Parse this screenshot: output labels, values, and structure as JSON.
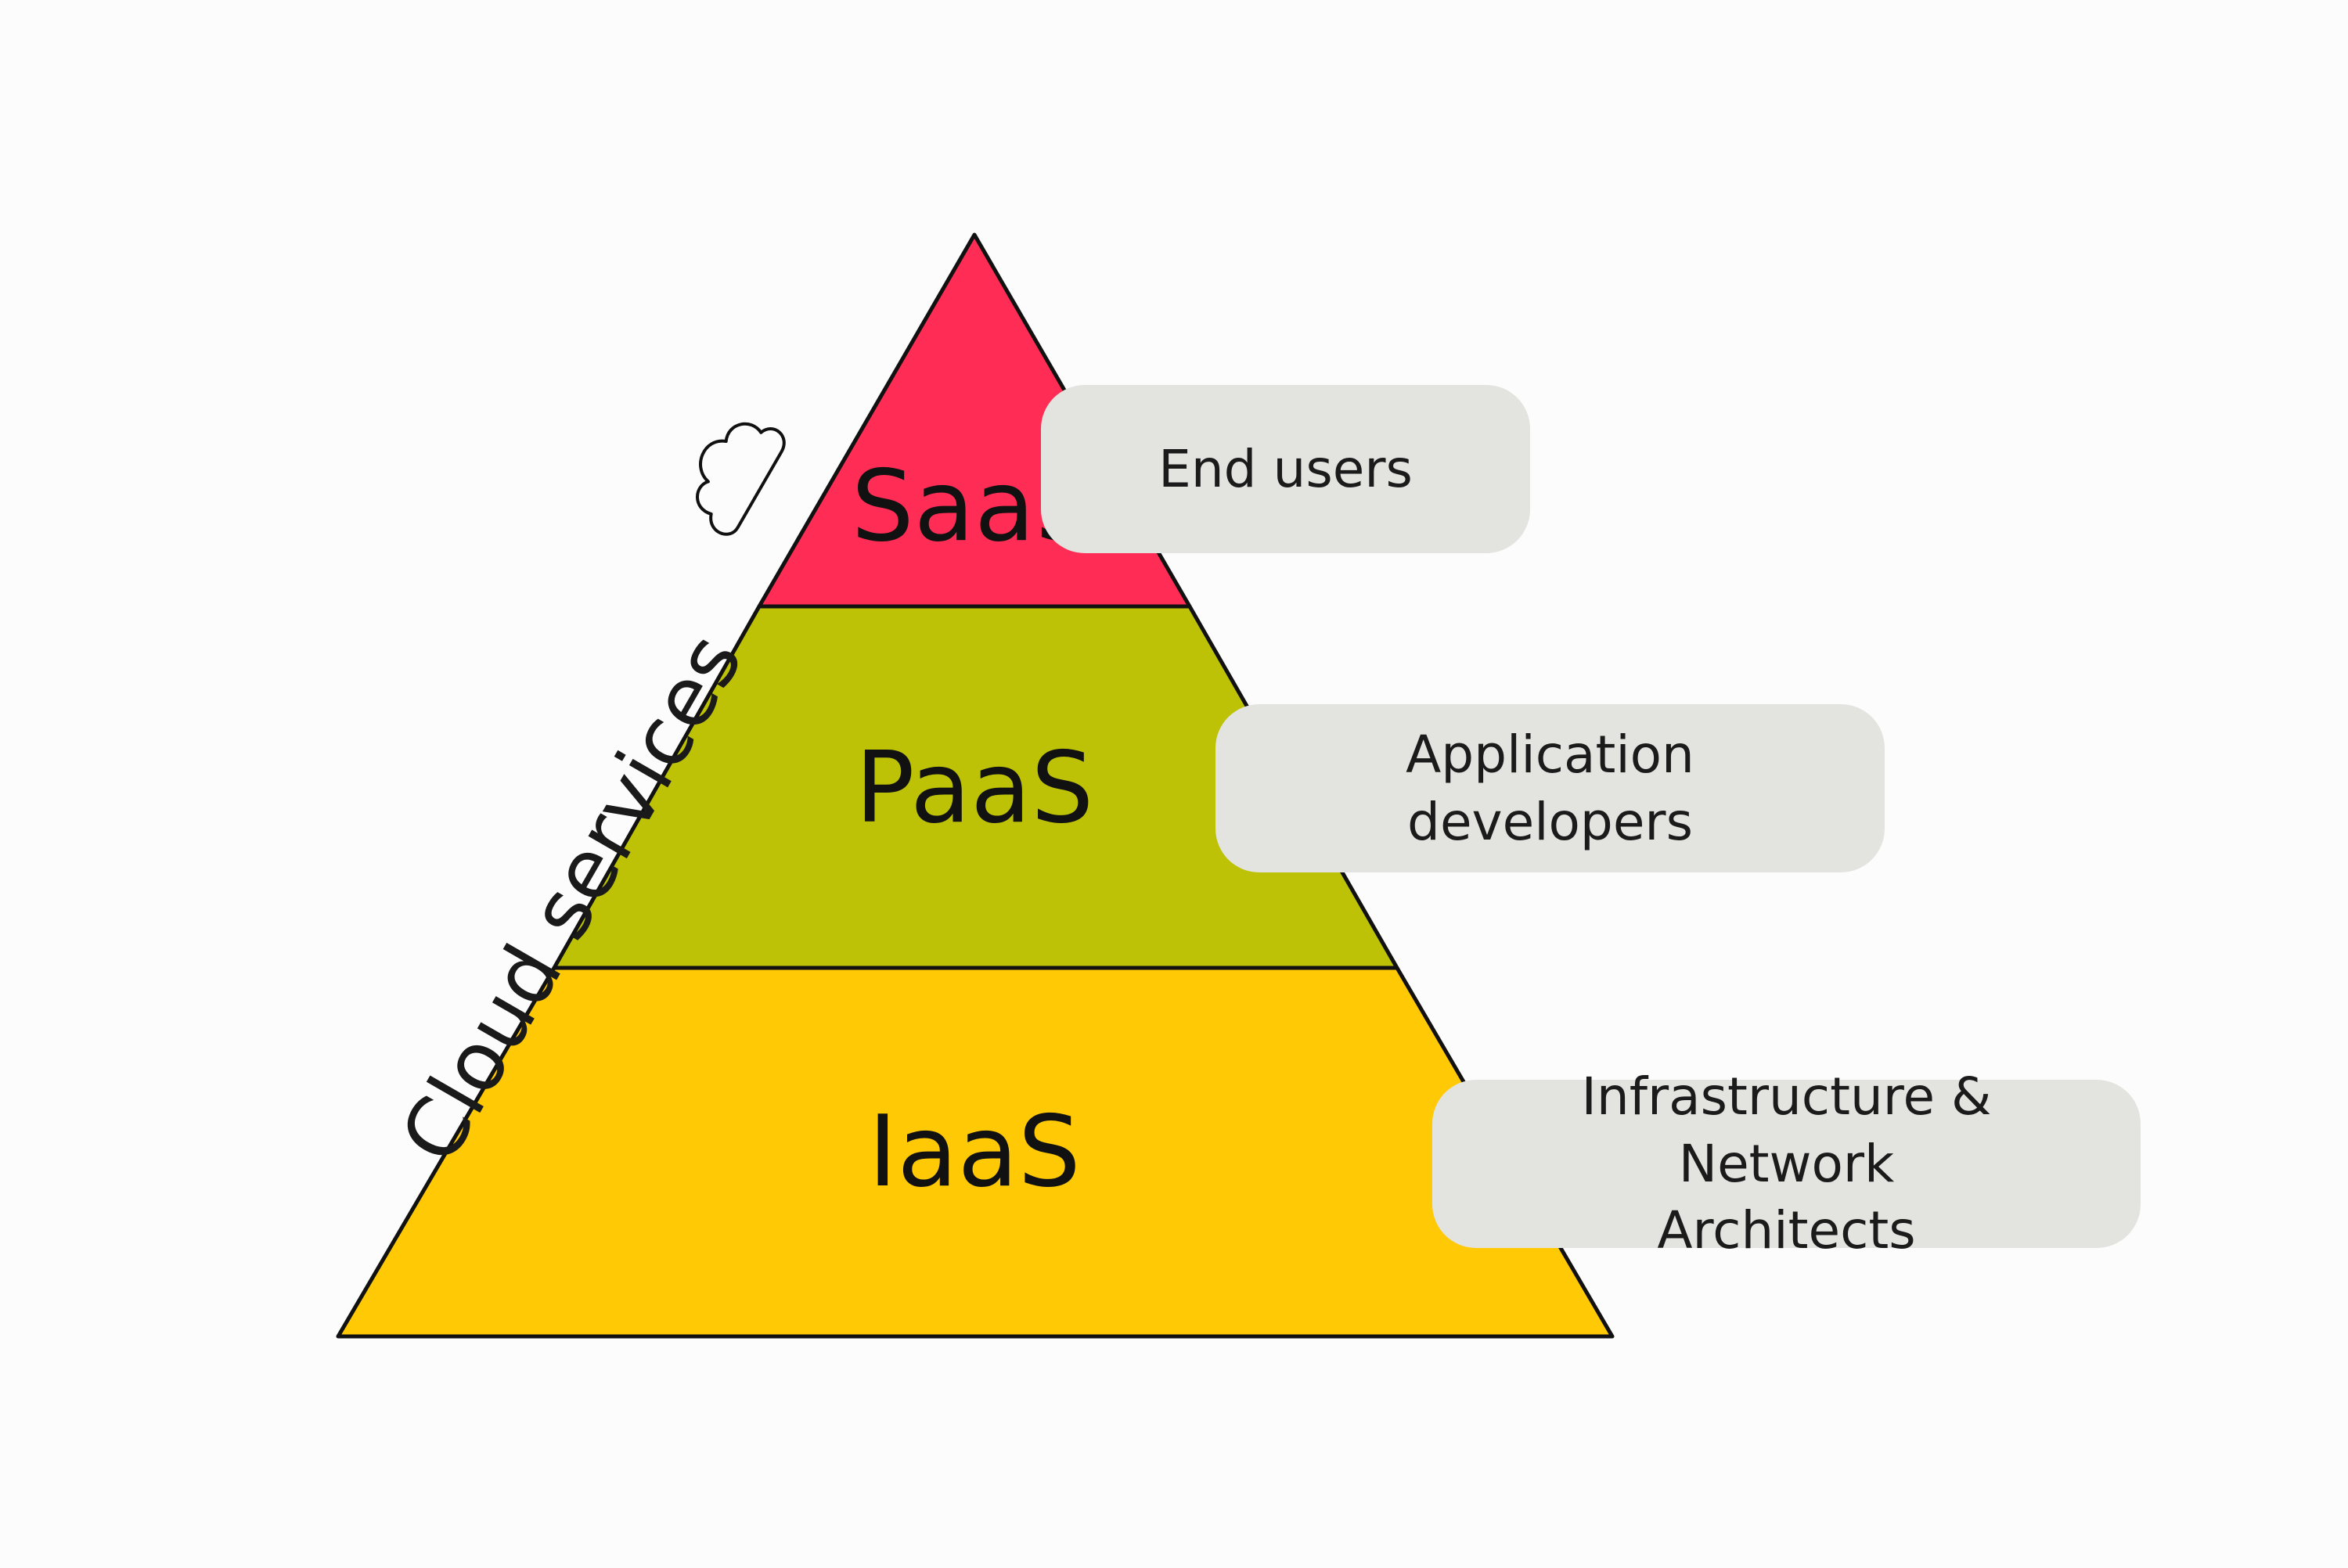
{
  "side_label": "Cloud services",
  "tiers": [
    {
      "label": "SaaS",
      "color": "#ff2d55",
      "audience": [
        "End users"
      ]
    },
    {
      "label": "PaaS",
      "color": "#bdc206",
      "audience": [
        "Application developers"
      ]
    },
    {
      "label": "IaaS",
      "color": "#ffc905",
      "audience": [
        "Infrastructure & Network",
        "Architects"
      ]
    }
  ],
  "icons": {
    "side_icon": "cloud-icon"
  },
  "colors": {
    "outline": "#111111",
    "audience_box": "#e3e4e0"
  }
}
